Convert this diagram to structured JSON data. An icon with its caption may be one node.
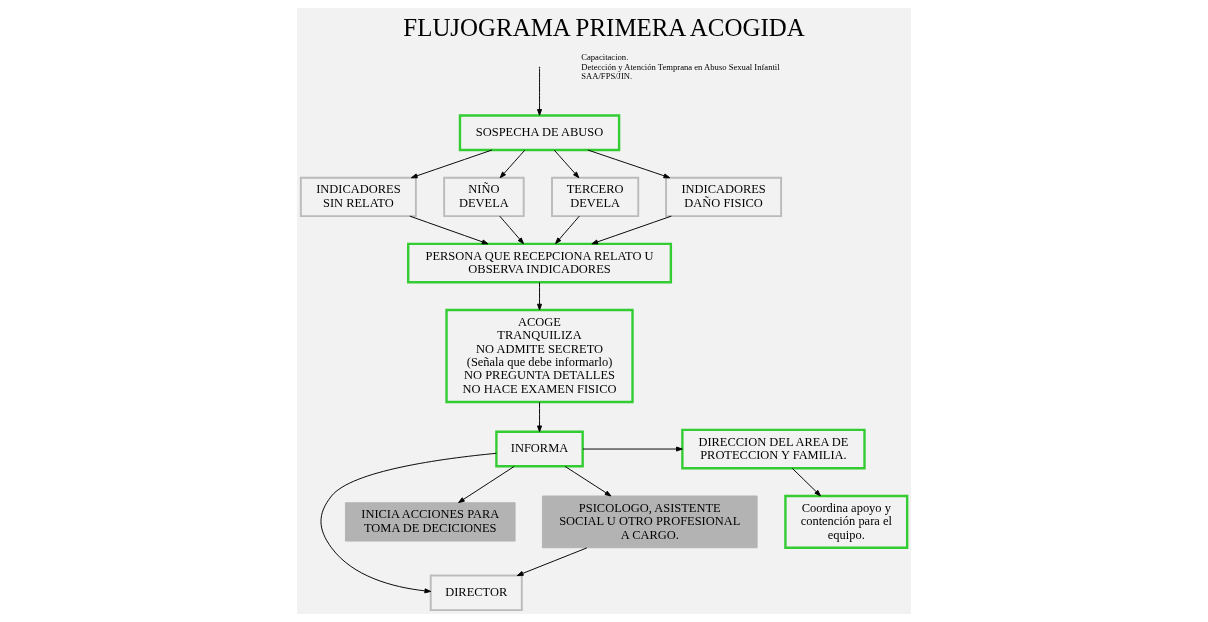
{
  "diagram": {
    "title": "FLUJOGRAMA PRIMERA ACOGIDA",
    "nodes": [
      {
        "text": [
          "SOSPECHA DE ABUSO"
        ]
      },
      {
        "text": [
          "INDICADORES SIN RELATO"
        ]
      },
      {
        "text": [
          "NIÑO DEVELA"
        ]
      },
      {
        "text": [
          "TERCERO DEVELA"
        ]
      },
      {
        "text": [
          "INDICADORES DAÑO FISICO"
        ]
      },
      {
        "text": [
          "PERSONA QUE RECEPCIONA RELATO U OBSERVA INDICADORES"
        ]
      },
      {
        "text": [
          "ACOGE",
          "TRANQUILIZA",
          "NO ADMITE SECRETO",
          "(Señala que debe informarlo)",
          "NO PREGUNTA DETALLES",
          "NO HACE EXAMEN FISICO"
        ]
      },
      {
        "text": [
          "DIRECCION DEL AREA DE PROTECCION Y FAMILIA."
        ]
      },
      {
        "text": [
          "Coordina apoyo y contención para el equipo."
        ]
      },
      {
        "text": [
          "INFORMA"
        ]
      },
      {
        "text": [
          "DIRECTOR"
        ]
      },
      {
        "text": [
          "INICIA ACCIONES PARA TOMA DE DECICIONES"
        ]
      },
      {
        "text": [
          "PSICOLOGO, ASISTENTE SOCIAL U OTRO PROFESIONAL A CARGO."
        ]
      }
    ],
    "edges": [
      {
        "from": null,
        "to": 0,
        "arrow": "to"
      },
      {
        "from": 0,
        "to": 1,
        "arrow": "to"
      },
      {
        "from": 0,
        "to": 2,
        "arrow": "to"
      },
      {
        "from": 0,
        "to": 3,
        "arrow": "to"
      },
      {
        "from": 0,
        "to": 4,
        "arrow": "to"
      },
      {
        "from": 1,
        "to": 5,
        "arrow": "to"
      },
      {
        "from": 2,
        "to": 5,
        "arrow": "to"
      },
      {
        "from": 3,
        "to": 5,
        "arrow": "to"
      },
      {
        "from": 4,
        "to": 5,
        "arrow": "to"
      },
      {
        "from": 5,
        "to": 6,
        "arrow": "to"
      },
      {
        "from": 6,
        "to": 9,
        "arrow": "to"
      },
      {
        "from": 7,
        "to": 8,
        "arrow": "to"
      },
      {
        "from": 9,
        "to": 7,
        "arrow": "to"
      },
      {
        "from": 9,
        "to": 10,
        "arrow": "to"
      },
      {
        "from": 9,
        "to": 11,
        "arrow": "to"
      },
      {
        "from": 9,
        "to": 12,
        "arrow": "to"
      },
      {
        "from": 12,
        "to": 10,
        "arrow": "to"
      }
    ],
    "labels": [
      "Capacitacion.",
      "Detección y Atención Temprana en Abuso Sexual Infantil",
      "SAA/FPS/JIN."
    ]
  }
}
